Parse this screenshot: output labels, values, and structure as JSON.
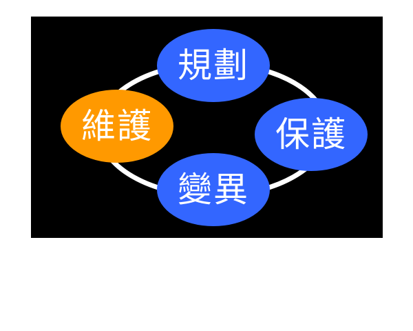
{
  "diagram": {
    "background_color": "#000000",
    "ring_color": "#ffffff",
    "nodes": [
      {
        "id": "plan",
        "label": "規劃",
        "position": "top",
        "color": "#3366ff"
      },
      {
        "id": "protect",
        "label": "保護",
        "position": "right",
        "color": "#3366ff"
      },
      {
        "id": "change",
        "label": "變異",
        "position": "bottom",
        "color": "#3366ff"
      },
      {
        "id": "maintain",
        "label": "維護",
        "position": "left",
        "color": "#ff9900"
      }
    ]
  }
}
